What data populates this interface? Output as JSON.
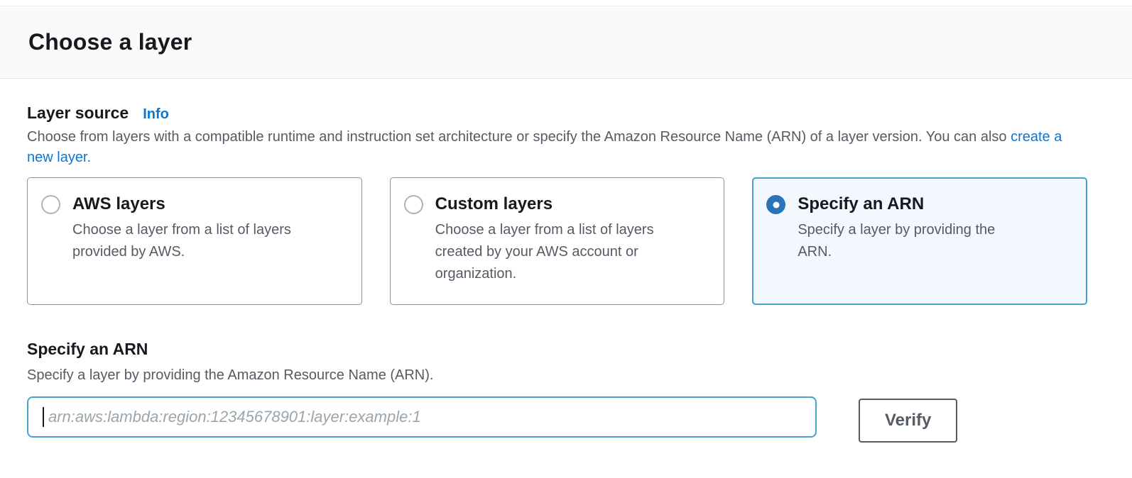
{
  "page": {
    "title": "Choose a layer"
  },
  "layer_source": {
    "label": "Layer source",
    "info_label": "Info",
    "description_before_link": "Choose from layers with a compatible runtime and instruction set architecture or specify the Amazon Resource Name (ARN) of a layer version. You can also ",
    "link_text": "create a new layer.",
    "options": [
      {
        "title": "AWS layers",
        "description": "Choose a layer from a list of layers provided by AWS.",
        "selected": false
      },
      {
        "title": "Custom layers",
        "description": "Choose a layer from a list of layers created by your AWS account or organization.",
        "selected": false
      },
      {
        "title": "Specify an ARN",
        "description": "Specify a layer by providing the ARN.",
        "selected": true
      }
    ]
  },
  "arn_section": {
    "title": "Specify an ARN",
    "description": "Specify a layer by providing the Amazon Resource Name (ARN).",
    "input_value": "",
    "input_placeholder": "arn:aws:lambda:region:12345678901:layer:example:1",
    "verify_label": "Verify"
  },
  "colors": {
    "accent_blue": "#2b74b8",
    "focus_border": "#44a2cc",
    "selected_bg": "#f2f8fd",
    "link_blue": "#0f76cf",
    "heading_text": "#16191f",
    "body_text": "#545b64"
  }
}
